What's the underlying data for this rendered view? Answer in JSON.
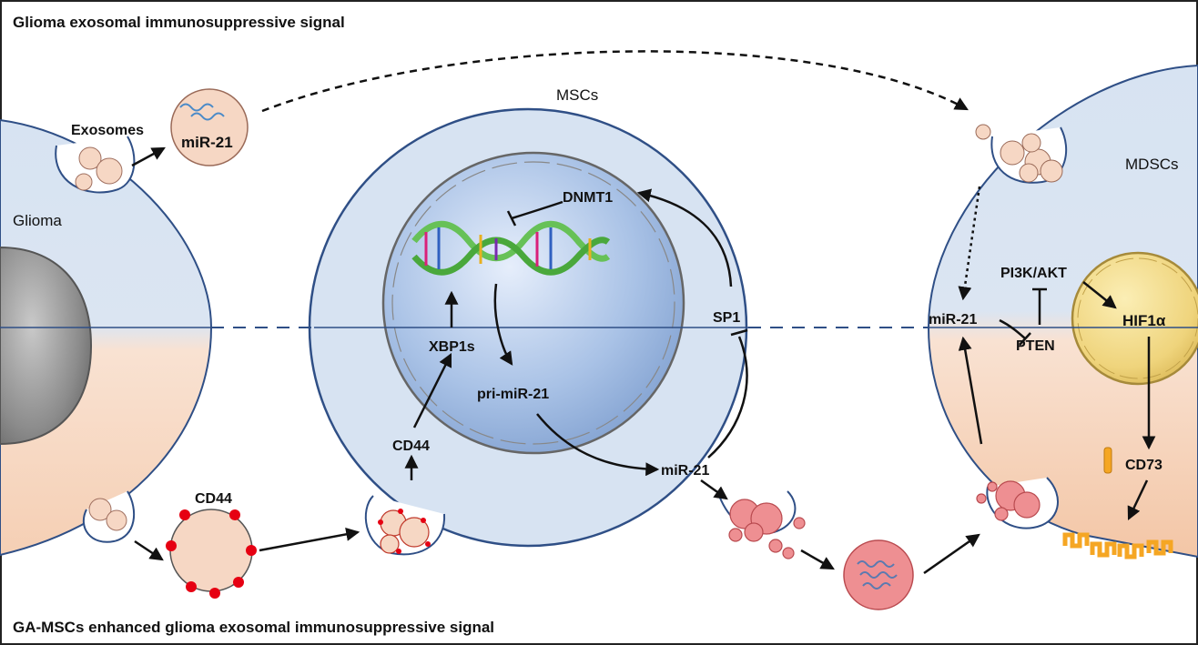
{
  "titles": {
    "top": "Glioma exosomal immunosuppressive signal",
    "bottom": "GA-MSCs enhanced glioma exosomal immunosuppressive signal"
  },
  "cells": {
    "glioma": "Glioma",
    "mscs": "MSCs",
    "mdscs": "MDSCs"
  },
  "labels": {
    "exosomes": "Exosomes",
    "mir21_top": "miR-21",
    "cd44_vesicle": "CD44",
    "dnmt1": "DNMT1",
    "sp1": "SP1",
    "xbp1s": "XBP1s",
    "pri_mir21": "pri-miR-21",
    "cd44_msc": "CD44",
    "mir21_msc": "miR-21",
    "mir21_mdsc": "miR-21",
    "pi3k_akt": "PI3K/AKT",
    "pten": "PTEN",
    "hif1a": "HIF1α",
    "cd73": "CD73"
  },
  "colors": {
    "cell_blue": "#d7e3f2",
    "cell_peach": "#f7d9c4",
    "membrane": "#2f4f86",
    "nucleus_blue": "#a9c2e6",
    "glioma_nucleus": "#8c8c8c",
    "mdsc_nucleus": "#f2d98a",
    "exosome_peach": "#f6d7c4",
    "exosome_red": "#ee8f92",
    "cd44_red": "#e60012",
    "cd73_orange": "#f5a623"
  }
}
